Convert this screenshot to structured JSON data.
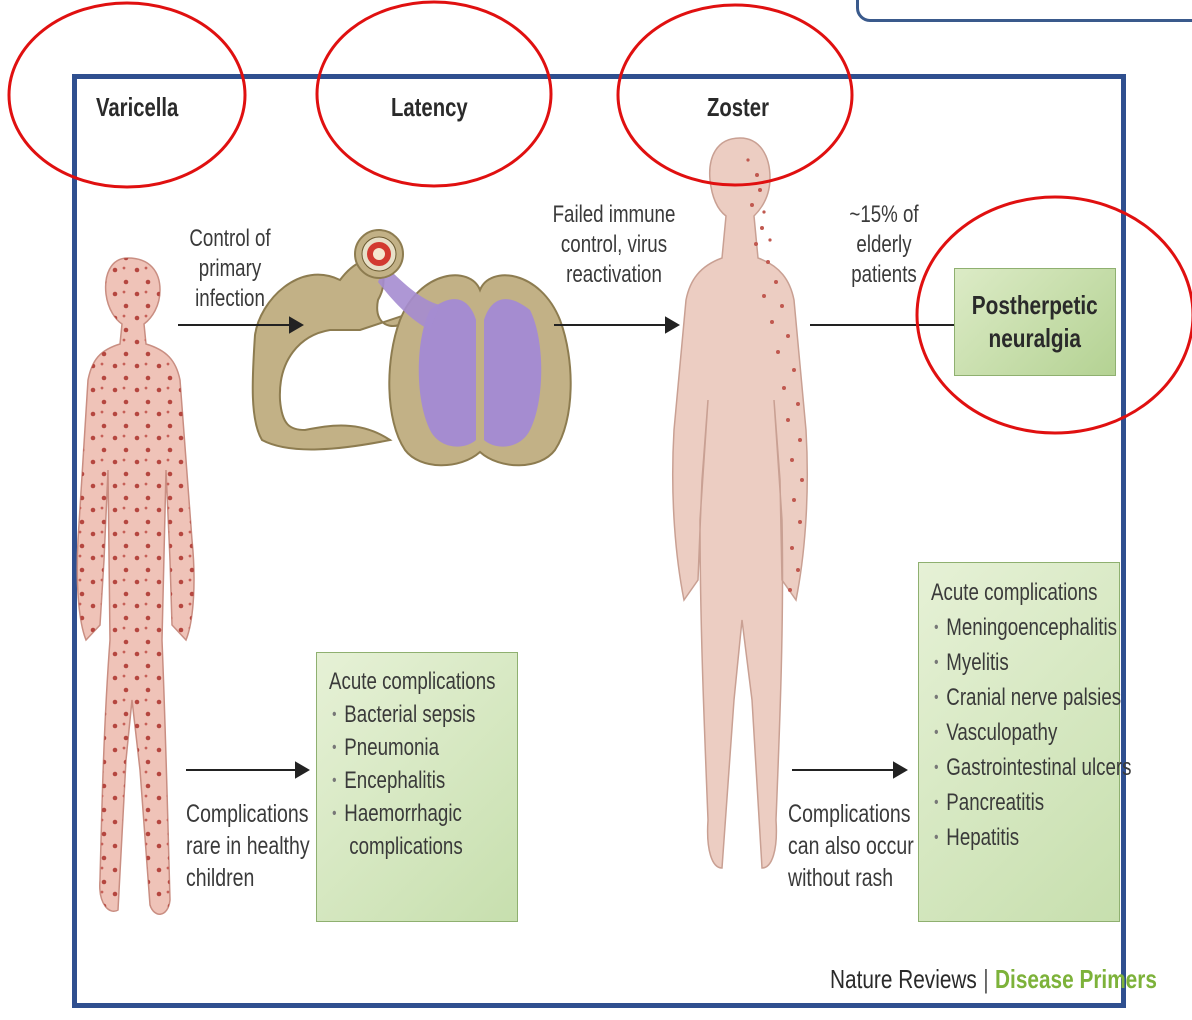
{
  "stages": {
    "varicella": "Varicella",
    "latency": "Latency",
    "zoster": "Zoster"
  },
  "arrows": {
    "control_primary": [
      "Control of",
      "primary",
      "infection"
    ],
    "failed_immune": [
      "Failed immune",
      "control, virus",
      "reactivation"
    ],
    "elderly": [
      "~15% of",
      "elderly",
      "patients"
    ]
  },
  "postherpetic": [
    "Postherpetic",
    "neuralgia"
  ],
  "varicella_complications": {
    "note": [
      "Complications",
      "rare in healthy",
      "children"
    ],
    "heading": "Acute complications",
    "items": [
      "Bacterial sepsis",
      "Pneumonia",
      "Encephalitis",
      "Haemorrhagic",
      "complications"
    ]
  },
  "zoster_complications": {
    "note": [
      "Complications",
      "can also occur",
      "without rash"
    ],
    "heading": "Acute complications",
    "items": [
      "Meningoencephalitis",
      "Myelitis",
      "Cranial nerve palsies",
      "Vasculopathy",
      "Gastrointestinal ulcers",
      "Pancreatitis",
      "Hepatitis"
    ]
  },
  "credit": {
    "publisher": "Nature Reviews",
    "series": "Disease Primers"
  },
  "colors": {
    "frame": "#2f4f8f",
    "highlight_circle": "#e01010",
    "box_green": "#c7dfae",
    "skin": "#efc3b8",
    "spinal_cord": "#b9a77a",
    "grey_matter": "#a58cd0",
    "credit_green": "#7db23a"
  }
}
